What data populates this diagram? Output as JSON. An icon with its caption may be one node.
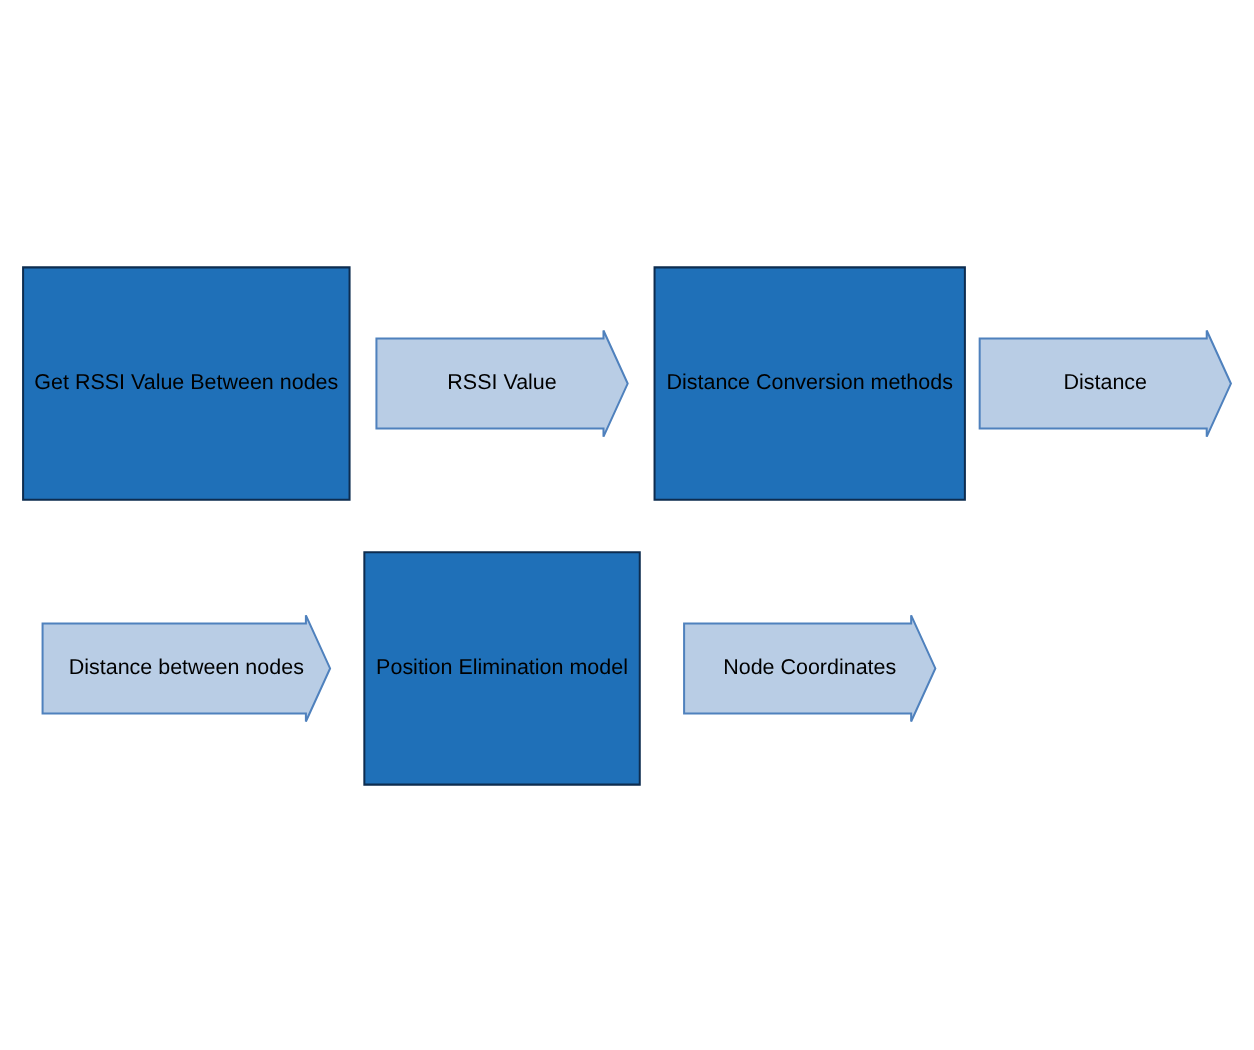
{
  "diagram": {
    "nodes": [
      {
        "text": [
          "Distance between nodes"
        ]
      },
      {
        "text": [
          "Position Elimination model"
        ]
      },
      {
        "text": [
          "Node Coordinates"
        ]
      },
      {
        "text": [
          "Get RSSI Value Between nodes"
        ]
      },
      {
        "text": [
          "RSSI Value"
        ]
      },
      {
        "text": [
          "Distance Conversion methods"
        ]
      },
      {
        "text": [
          "Distance"
        ]
      }
    ]
  }
}
